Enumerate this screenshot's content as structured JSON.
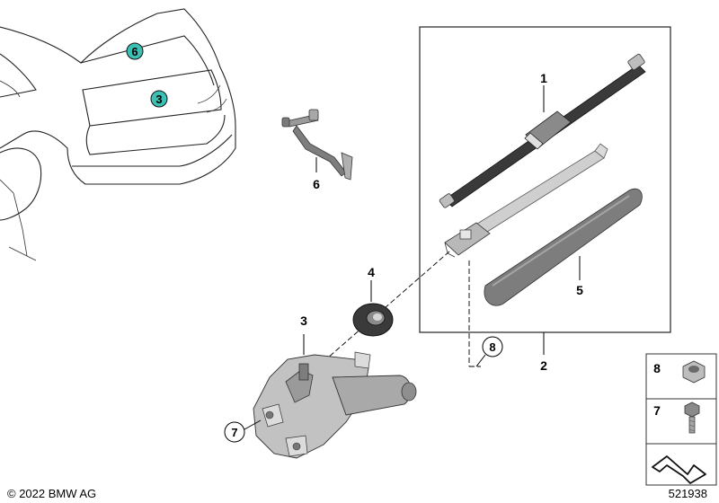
{
  "diagram": {
    "callouts": {
      "c1": "1",
      "c2": "2",
      "c3": "3",
      "c4": "4",
      "c5": "5",
      "c6": "6",
      "c7": "7",
      "c8": "8"
    },
    "car_markers": {
      "m6": "6",
      "m3": "3"
    },
    "legend": {
      "item8": "8",
      "item7": "7"
    },
    "copyright": "© 2022 BMW AG",
    "diagram_id": "521938"
  },
  "colors": {
    "marker_fill": "#3cc0b4",
    "part_dark": "#3a3a3a",
    "part_gray": "#8a8a8a",
    "part_light": "#c8c8c8"
  }
}
